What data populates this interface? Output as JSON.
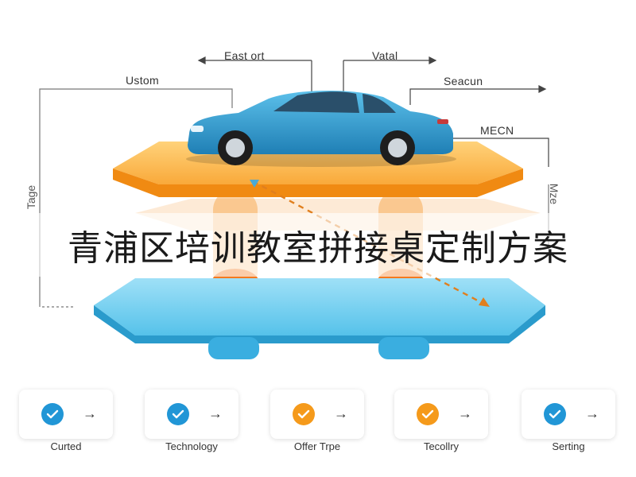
{
  "title": "青浦区培训教室拼接桌定制方案",
  "callouts": {
    "east": "East ort",
    "vertical": "Vatal",
    "custom": "Ustom",
    "season": "Seacun",
    "mecn": "MECN",
    "left_side": "Tage",
    "right_side": "Mze"
  },
  "colors": {
    "orange": "#f79a1e",
    "blue": "#3fb2e0",
    "car": "#2e9ad0"
  },
  "features": [
    {
      "label": "Curted",
      "color": "blue"
    },
    {
      "label": "Technology",
      "color": "blue"
    },
    {
      "label": "Offer Trpe",
      "color": "orange"
    },
    {
      "label": "Tecollry",
      "color": "orange"
    },
    {
      "label": "Serting",
      "color": "blue"
    }
  ]
}
